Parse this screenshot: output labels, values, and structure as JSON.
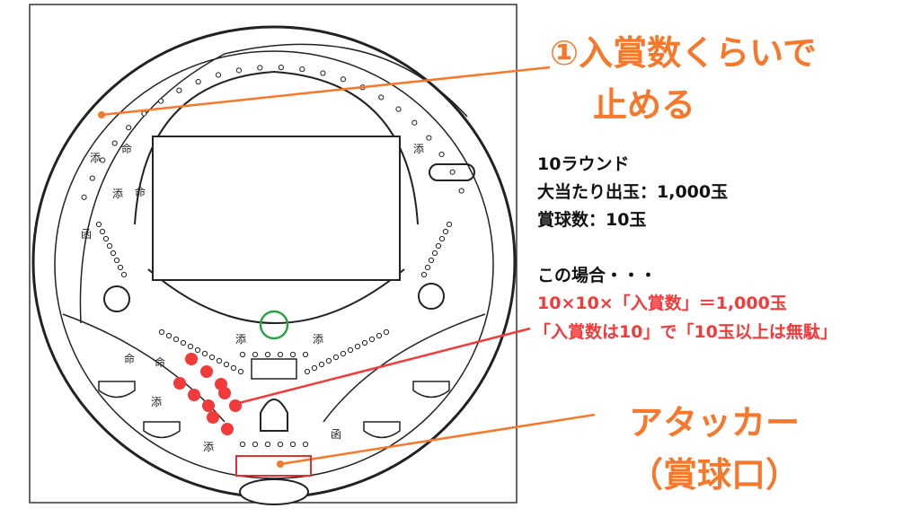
{
  "callout_top": {
    "line1": "①入賞数くらいで",
    "line2": "止める"
  },
  "info": {
    "rounds": "10ラウンド",
    "payout": "大当たり出玉：1,000玉",
    "prize_balls": "賞球数：10玉",
    "case_heading": "この場合・・・",
    "formula": "10×10×「入賞数」＝1,000玉",
    "conclusion": "「入賞数は10」で「10玉以上は無駄」"
  },
  "callout_bottom": {
    "line1": "アタッカー",
    "line2": "（賞球口）"
  },
  "board_labels": [
    "添",
    "命",
    "添",
    "命",
    "函",
    "添",
    "命",
    "添",
    "添",
    "命",
    "添",
    "添",
    "函"
  ],
  "colors": {
    "orange": "#f7782a",
    "red": "#f23a3a",
    "green": "#2fa04a",
    "line": "#222222"
  }
}
